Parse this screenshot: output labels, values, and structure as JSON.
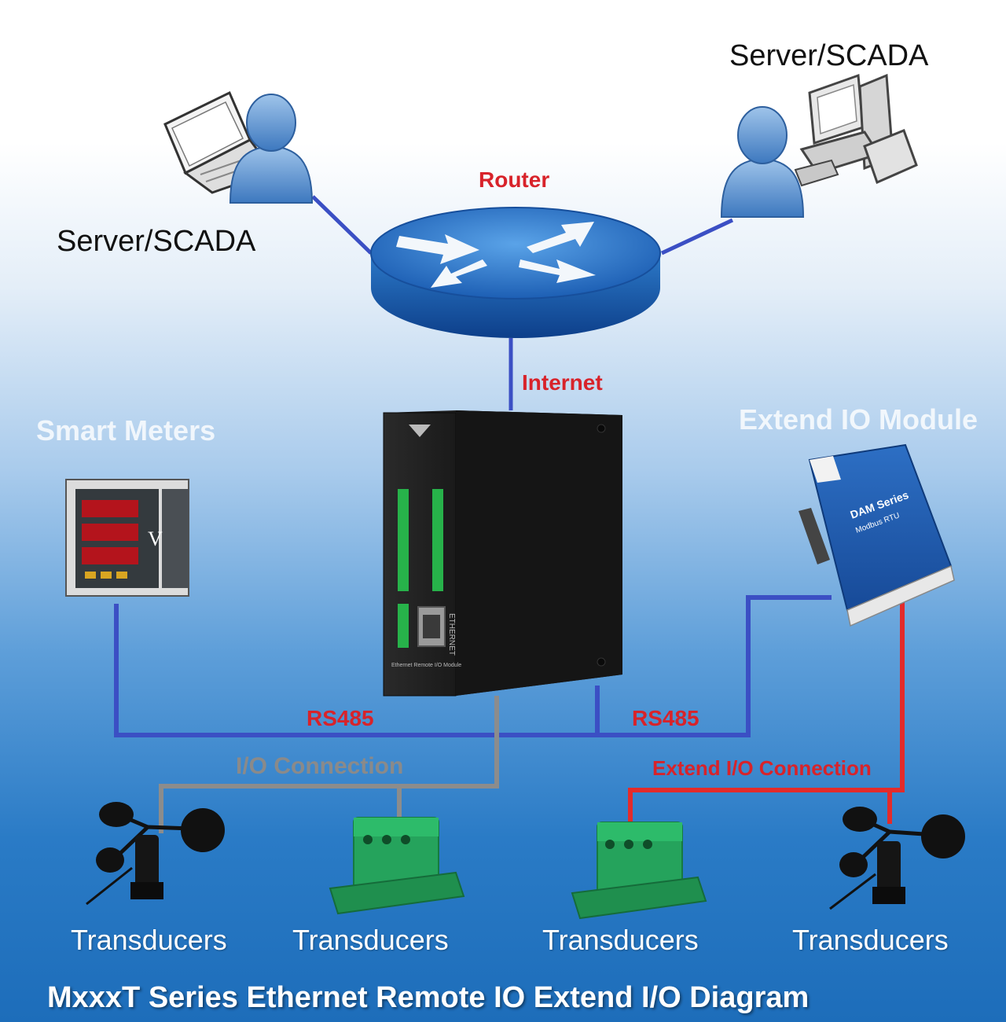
{
  "labels": {
    "server_left": "Server/SCADA",
    "server_right": "Server/SCADA",
    "router": "Router",
    "internet": "Internet",
    "smart_meters": "Smart Meters",
    "extend_io_module": "Extend IO Module",
    "rs485_left": "RS485",
    "rs485_right": "RS485",
    "io_connection": "I/O Connection",
    "extend_io_connection": "Extend I/O Connection",
    "transducer_1": "Transducers",
    "transducer_2": "Transducers",
    "transducer_3": "Transducers",
    "transducer_4": "Transducers",
    "footer_title": "MxxxT Series Ethernet Remote IO Extend I/O Diagram"
  },
  "device_text": {
    "meter_unit": "V",
    "module_side": "ETHERNET",
    "module_caption": "Ethernet Remote I/O Module",
    "dam_title": "DAM Series",
    "dam_sub": "Modbus RTU"
  },
  "colors": {
    "rs485_line": "#3b4fc4",
    "io_line": "#8c8c8c",
    "extend_line": "#e32b2b",
    "label_red": "#d8232a"
  }
}
